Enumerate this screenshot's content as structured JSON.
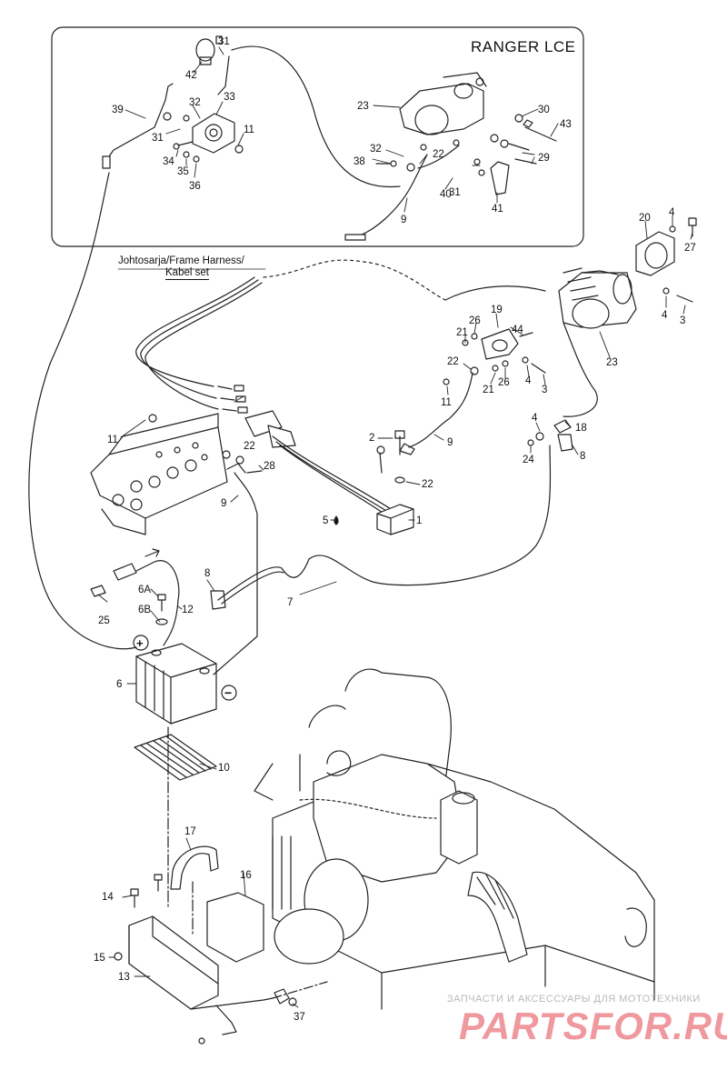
{
  "inset_title": "RANGER LCE",
  "harness_label": {
    "line1": "Johtosarja/Frame Harness/",
    "line2": "Kabel set"
  },
  "callouts": {
    "c42": "42",
    "c31a": "31",
    "c39": "39",
    "c32a": "32",
    "c33": "33",
    "c31b": "31",
    "c11a": "11",
    "c34": "34",
    "c35": "35",
    "c36": "36",
    "c23a": "23",
    "c30": "30",
    "c43": "43",
    "c32b": "32",
    "c22a": "22",
    "c38": "38",
    "c29": "29",
    "c31c": "31",
    "c40": "40",
    "c9a": "9",
    "c41": "41",
    "c20": "20",
    "c4a": "4",
    "c27": "27",
    "c4b": "4",
    "c3a": "3",
    "c19": "19",
    "c21a": "21",
    "c26a": "26",
    "c44": "44",
    "c23b": "23",
    "c22b": "22",
    "c21b": "21",
    "c26b": "26",
    "c4c": "4",
    "c3b": "3",
    "c11b": "11",
    "c4d": "4",
    "c18": "18",
    "c24": "24",
    "c8a": "8",
    "c11c": "11",
    "c2": "2",
    "c9b": "9",
    "c22c": "22",
    "c28": "28",
    "c22d": "22",
    "c9c": "9",
    "c5": "5",
    "c1": "1",
    "c8b": "8",
    "c6A": "6A",
    "c12": "12",
    "c6B": "6B",
    "c25": "25",
    "c7": "7",
    "c6": "6",
    "c10": "10",
    "c17": "17",
    "c16": "16",
    "c14": "14",
    "c15": "15",
    "c13": "13",
    "c37": "37"
  },
  "battery_symbols": {
    "positive": "+",
    "negative": "−"
  },
  "watermark": {
    "caption": "ЗАПЧАСТИ И АКСЕССУАРЫ ДЛЯ МОТОТЕХНИКИ",
    "logo": "PARTSFOR.RU"
  },
  "colors": {
    "line": "#222222",
    "watermark": "#e14650"
  }
}
